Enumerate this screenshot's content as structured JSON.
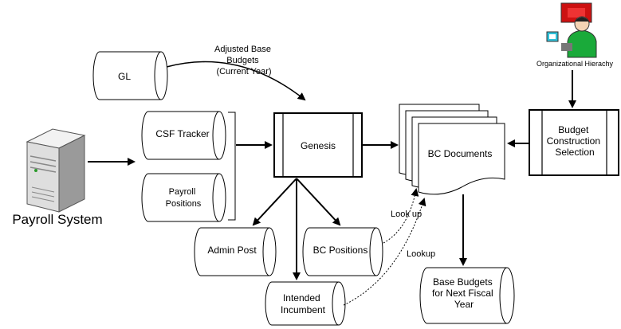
{
  "nodes": {
    "gl": "GL",
    "csf_tracker": "CSF Tracker",
    "payroll_positions": [
      "Payroll",
      "Positions"
    ],
    "genesis": "Genesis",
    "bc_documents": "BC Documents",
    "budget_construction_selection": [
      "Budget",
      "Construction",
      "Selection"
    ],
    "admin_post": "Admin Post",
    "bc_positions": "BC Positions",
    "intended_incumbent": [
      "Intended",
      "Incumbent"
    ],
    "base_budgets_next_year": [
      "Base Budgets",
      "for Next Fiscal",
      "Year"
    ],
    "payroll_system": "Payroll System",
    "organizational_hierarchy": "Organizational Hierachy"
  },
  "annotations": {
    "adjusted_base_budgets": [
      "Adjusted Base",
      "Budgets",
      "(Current Year)"
    ],
    "look_up_1": "Look up",
    "look_up_2": "Lookup"
  },
  "colors": {
    "server_body": "#d8d8d8",
    "person_shirt": "#1aaa3a",
    "monitor_red": "#cc1111",
    "monitor_cyan": "#30c0d8"
  },
  "icons": {
    "server": "server-icon",
    "person": "person-at-computer-icon"
  }
}
